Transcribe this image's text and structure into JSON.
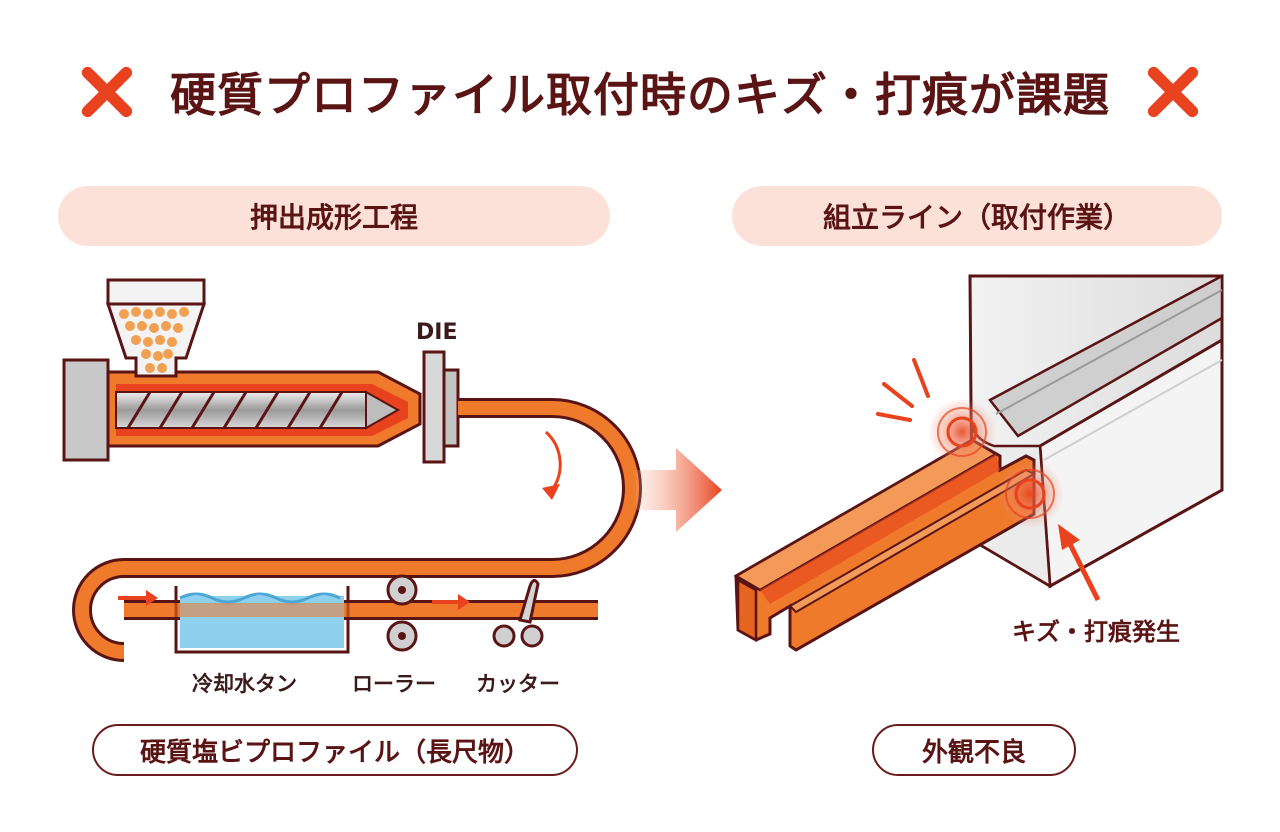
{
  "title": "硬質プロファイル取付時のキズ・打痕が課題",
  "icons": {
    "title_marks": "x-mark-icon",
    "flow_arrow": "right-arrow-icon"
  },
  "colors": {
    "accent": "#e8421e",
    "dark": "#5a1414",
    "pill_bg": "#fbe1d8",
    "orange": "#ef7a2c",
    "water": "#8fd0ef"
  },
  "left": {
    "header": "押出成形工程",
    "die_label": "DIE",
    "stations": [
      "冷却水タン",
      "ローラー",
      "カッター"
    ],
    "footer": "硬質塩ビプロファイル（長尺物）"
  },
  "right": {
    "header": "組立ライン（取付作業）",
    "defect_label": "キズ・打痕発生",
    "footer": "外観不良"
  }
}
